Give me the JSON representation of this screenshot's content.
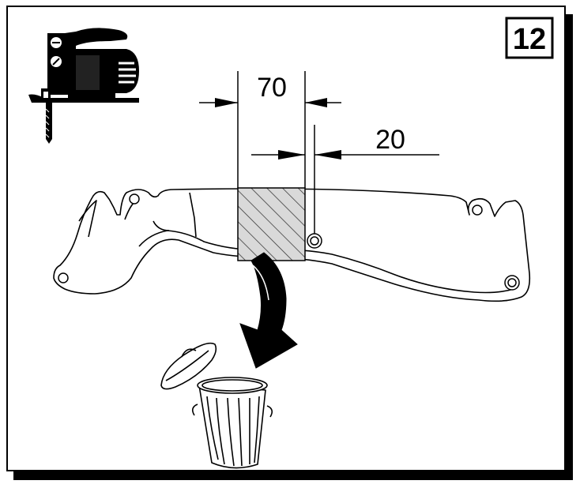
{
  "step_number": "12",
  "dimensions": {
    "cut_width": "70",
    "offset_from_hole": "20"
  },
  "icons": {
    "tool": "jigsaw-icon",
    "disposal": "trash-can-icon",
    "direction": "curved-arrow-icon"
  },
  "colors": {
    "line": "#000000",
    "background": "#ffffff",
    "hatch_fill": "#d9d9d9"
  }
}
